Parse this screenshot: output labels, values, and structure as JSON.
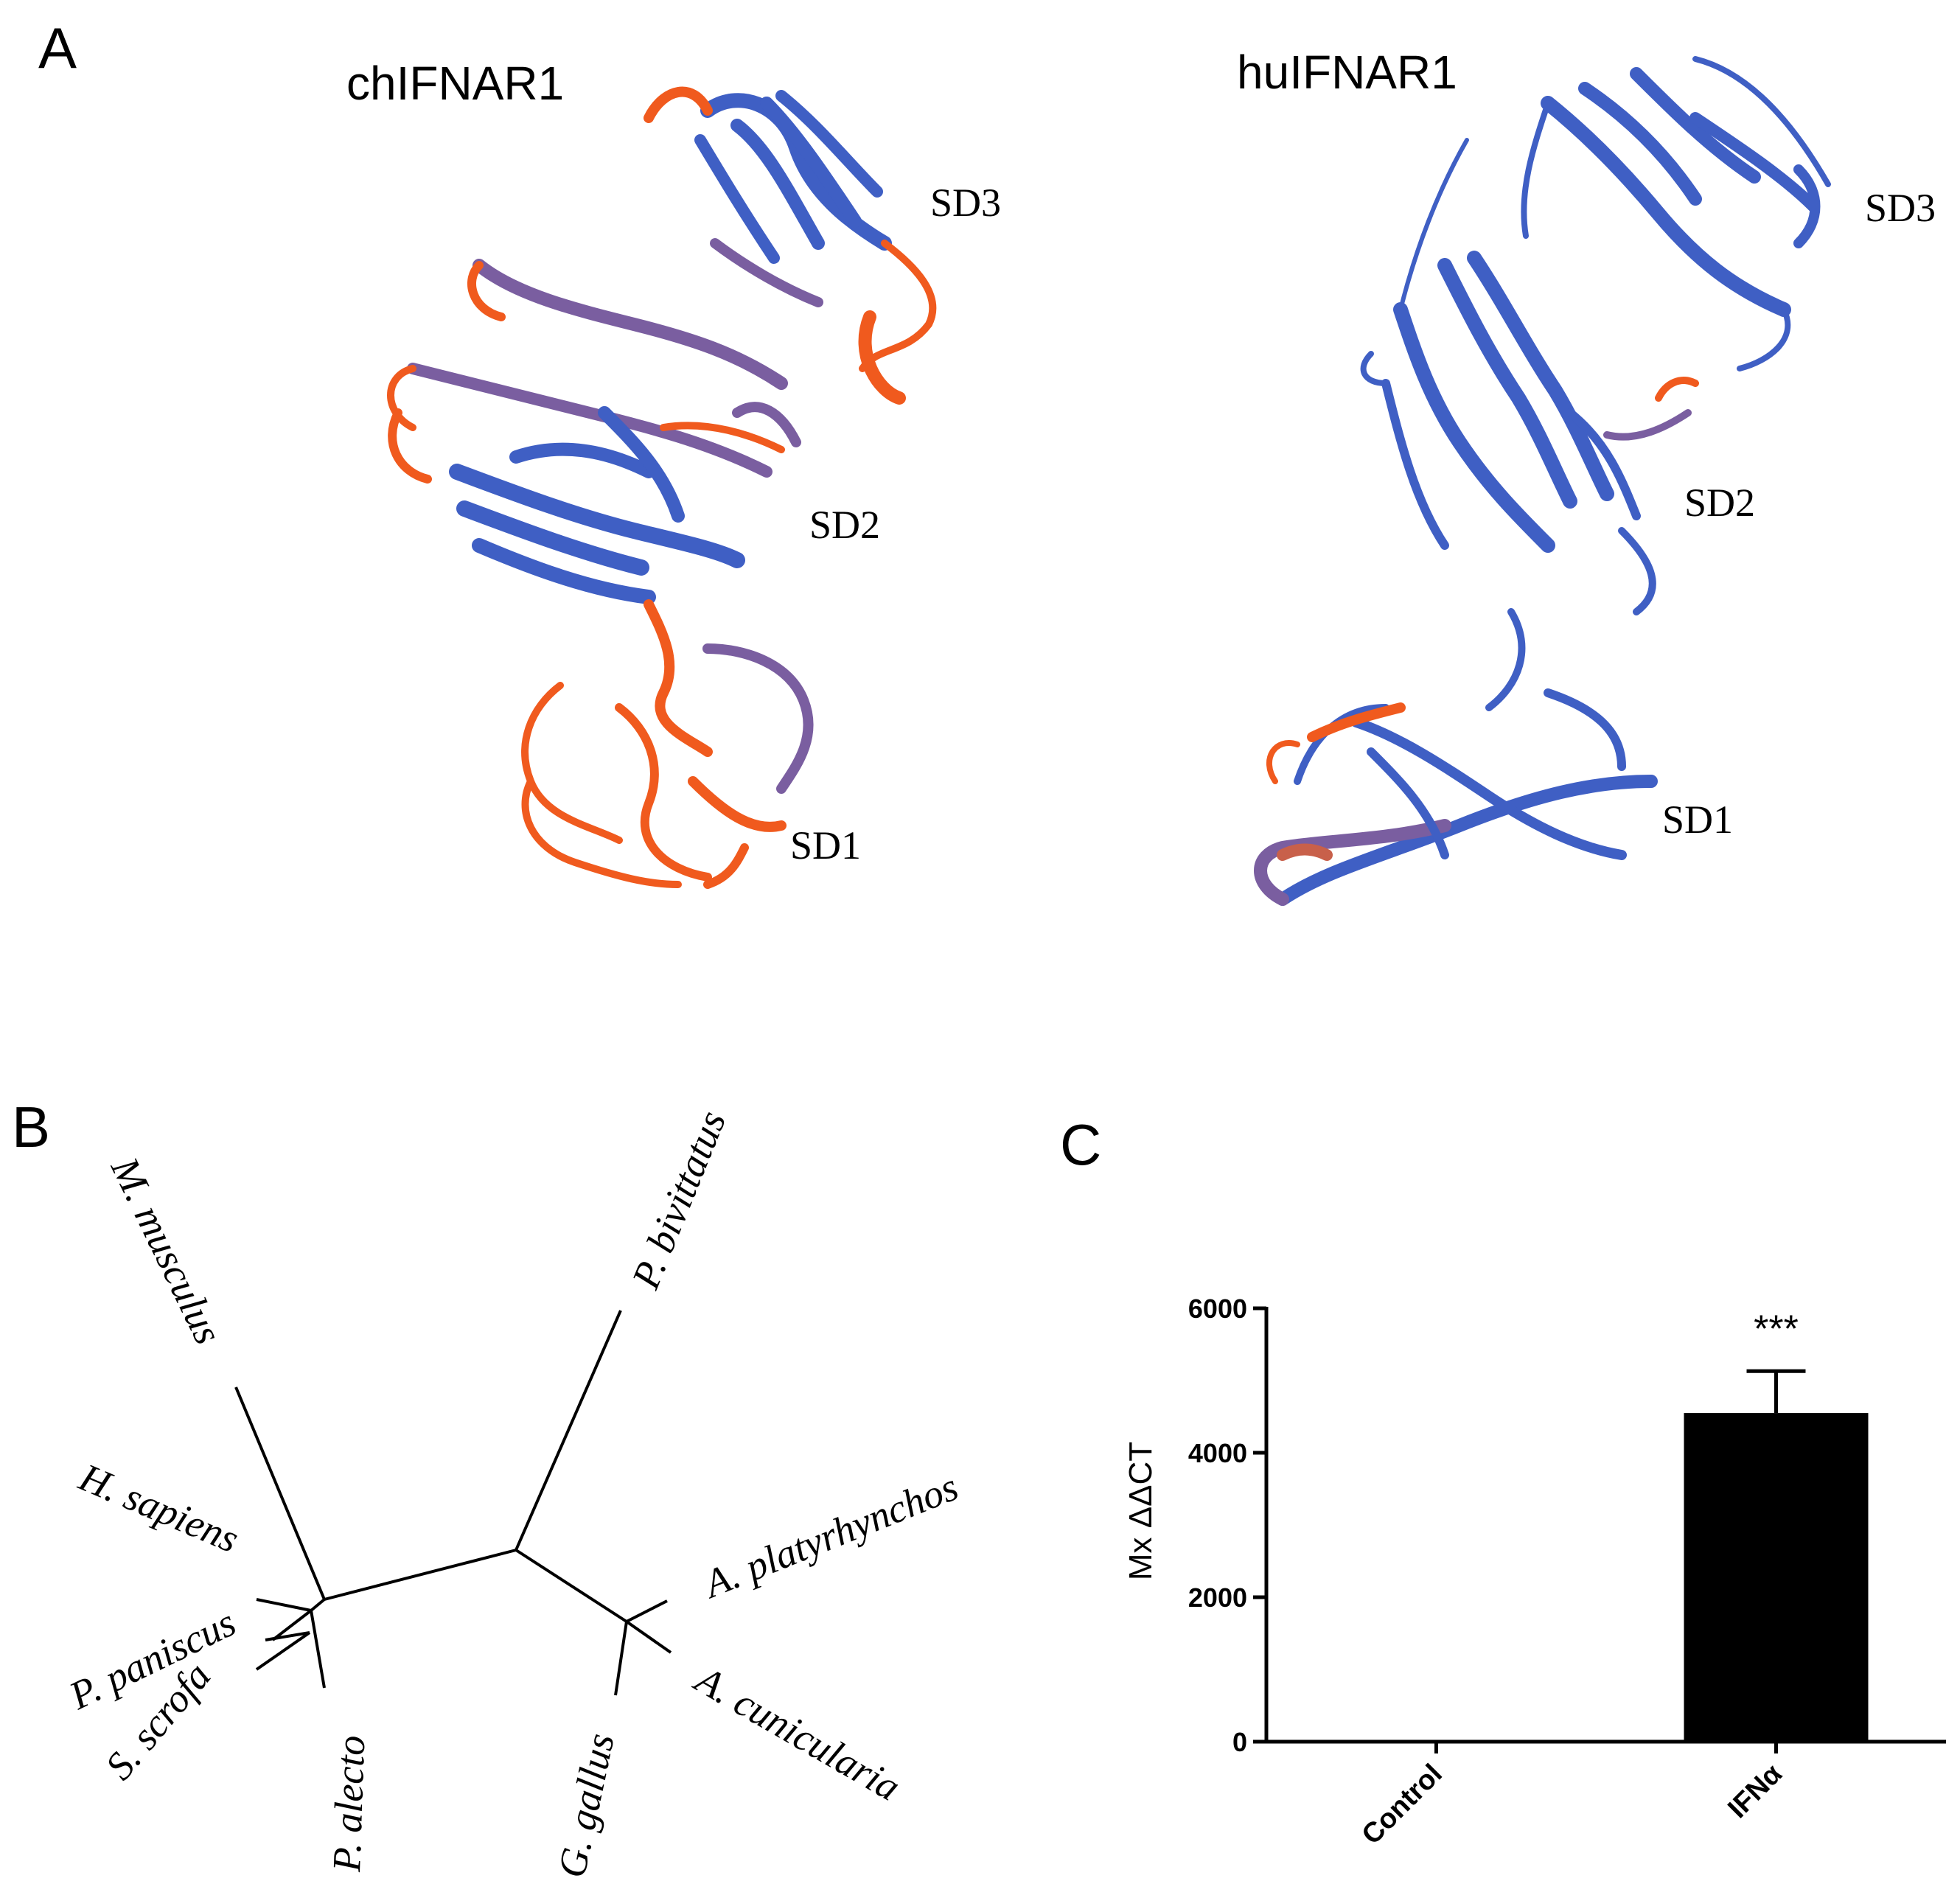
{
  "panels": {
    "a": {
      "letter": "A",
      "left": {
        "title": "chIFNAR1",
        "domains": [
          "SD3",
          "SD2",
          "SD1"
        ]
      },
      "right": {
        "title": "huIFNAR1",
        "domains": [
          "SD3",
          "SD2",
          "SD1"
        ]
      },
      "colors": {
        "conserved": "#3f5fc4",
        "variable": "#f05a1e",
        "mixed": "#7a5ea0"
      }
    },
    "b": {
      "letter": "B",
      "species": [
        "M. musculus",
        "P. bivittatus",
        "H. sapiens",
        "P. paniscus",
        "S. scrofa",
        "P. alecto",
        "A. platyrhynchos",
        "A. cunicularia",
        "G. gallus"
      ]
    },
    "c": {
      "letter": "C"
    }
  },
  "chart_data": {
    "type": "bar",
    "categories": [
      "Control",
      "IFNα"
    ],
    "values": [
      1,
      4550
    ],
    "error": [
      0,
      580
    ],
    "significance": [
      "",
      "***"
    ],
    "ylabel": "Mx ΔΔCT",
    "ylim": [
      0,
      6000
    ],
    "yticks": [
      "0",
      "2000",
      "4000",
      "6000"
    ],
    "bar_color": "#000000"
  }
}
